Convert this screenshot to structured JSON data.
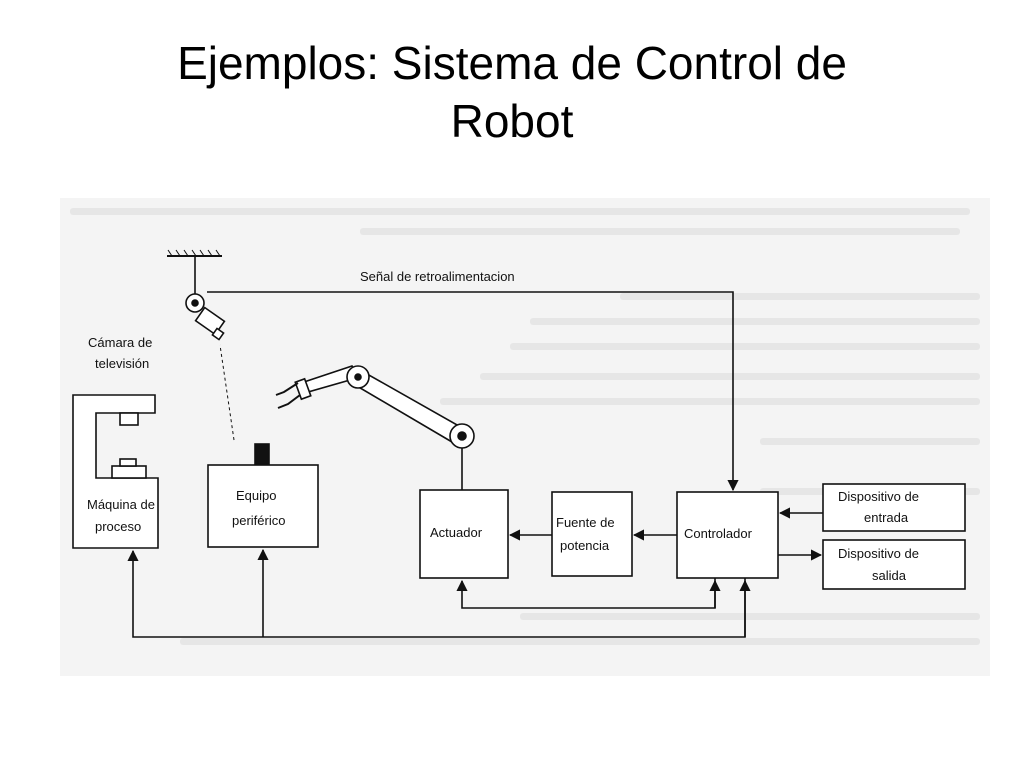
{
  "slide": {
    "title_line1": "Ejemplos: Sistema de Control de",
    "title_line2": "Robot"
  },
  "diagram": {
    "feedback_label": "Señal de retroalimentacion",
    "camera_label_1": "Cámara de",
    "camera_label_2": "televisión",
    "machine_label_1": "Máquina de",
    "machine_label_2": "proceso",
    "peripheral_label_1": "Equipo",
    "peripheral_label_2": "periférico",
    "actuator_label": "Actuador",
    "power_label_1": "Fuente de",
    "power_label_2": "potencia",
    "controller_label": "Controlador",
    "input_label_1": "Dispositivo de",
    "input_label_2": "entrada",
    "output_label_1": "Dispositivo de",
    "output_label_2": "salida"
  }
}
